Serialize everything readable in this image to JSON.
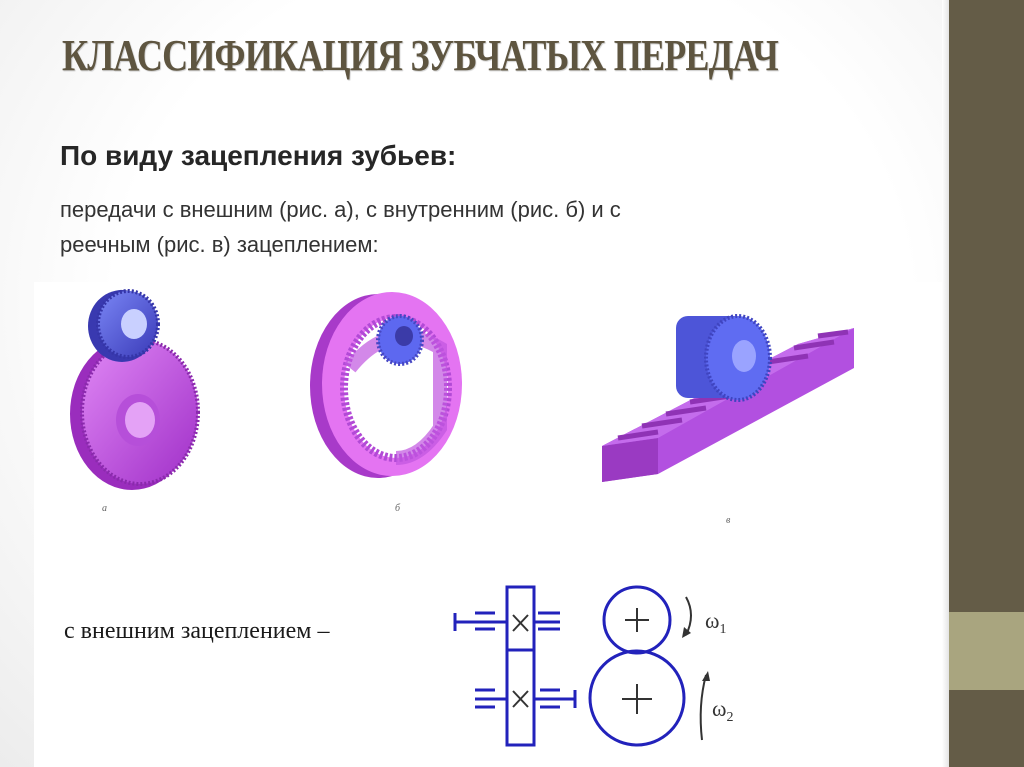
{
  "slide": {
    "title": "КЛАССИФИКАЦИЯ ЗУБЧАТЫХ ПЕРЕДАЧ",
    "subtitle": "По виду зацепления зубьев:",
    "body_line1": "передачи с внешним (рис. а), с внутренним (рис.  б) и с",
    "body_line2": "реечным (рис.  в) зацеплением:",
    "colors": {
      "title": "#5e5540",
      "side_band": "#645c47",
      "side_accent": "#a9a57f",
      "gear_pink": "#cc55ee",
      "gear_blue": "#5566ee",
      "schematic_blue": "#2222bb"
    }
  },
  "figures": [
    {
      "id": "a",
      "label": "а",
      "caption": "external gearing",
      "icon": "external-gear-pair-icon"
    },
    {
      "id": "b",
      "label": "б",
      "caption": "internal gearing",
      "icon": "internal-ring-gear-icon"
    },
    {
      "id": "c",
      "label": "в",
      "caption": "rack and pinion",
      "icon": "rack-pinion-icon"
    }
  ],
  "schematic": {
    "label": "с внешним зацеплением –",
    "omega1": "ω",
    "omega1_sub": "1",
    "omega2": "ω",
    "omega2_sub": "2"
  }
}
